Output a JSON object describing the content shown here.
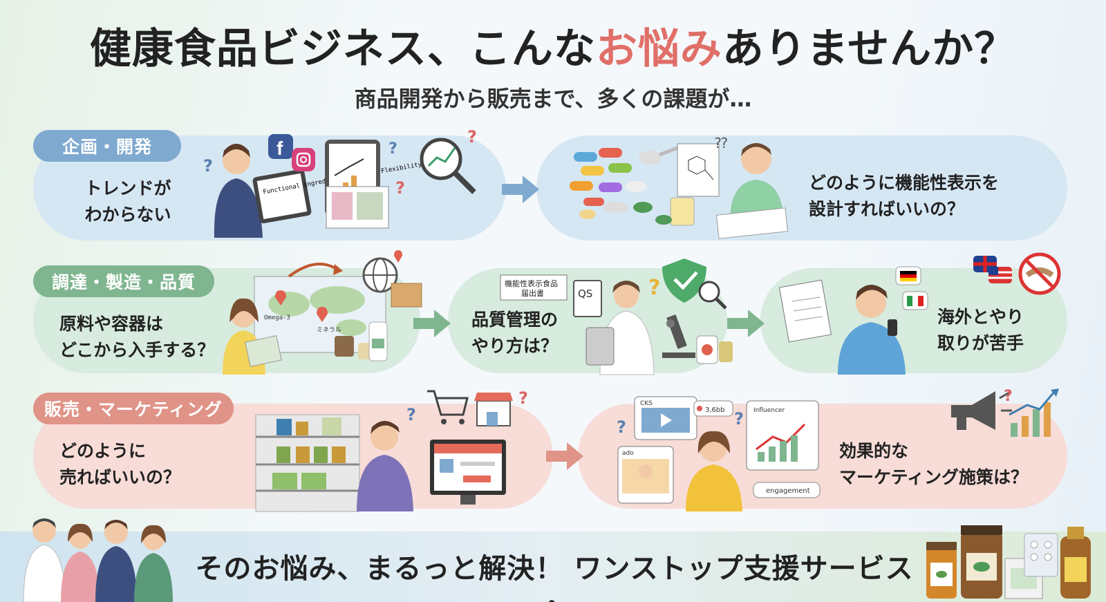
{
  "header": {
    "title_pre": "健康食品ビジネス、こんな",
    "title_highlight": "お悩み",
    "title_post": "ありませんか？",
    "subtitle": "商品開発から販売まで、多くの課題が…"
  },
  "colors": {
    "highlight": "#e06f68",
    "blue": "#7fa9cf",
    "green": "#7fb58f",
    "pink": "#e09387"
  },
  "rows": [
    {
      "tag": "企画・開発",
      "left_lines": [
        "トレンドが",
        "わからない"
      ],
      "right_lines": [
        "どのように機能性表示を",
        "設計すればいいの？"
      ]
    },
    {
      "tag": "調達・製造・品質",
      "left_lines": [
        "原料や容器は",
        "どこから入手する？"
      ],
      "middle_lines": [
        "品質管理の",
        "やり方は？"
      ],
      "right_lines": [
        "海外とやり",
        "取りが苦手"
      ]
    },
    {
      "tag": "販売・マーケティング",
      "left_lines": [
        "どのように",
        "売ればいいの？"
      ],
      "right_lines": [
        "効果的な",
        "マーケティング施策は？"
      ]
    }
  ],
  "illustration_labels": {
    "tablet_text": "Functional ingredients Consumer Flexibility",
    "map_omega": "Omega-3",
    "map_label2": "ミネラル",
    "doc_title1": "機能性表示食品",
    "doc_title2": "届出書",
    "qs": "QS",
    "cks": "CKS",
    "likes": "3,6bb",
    "influencer": "Influencer",
    "engagement": "engagement",
    "ado": "ado"
  },
  "icons": [
    "facebook-icon",
    "instagram-icon",
    "question-icon",
    "magnifier-chart-icon",
    "shield-check-icon",
    "globe-pin-icon",
    "microscope-icon",
    "shopping-cart-icon",
    "storefront-icon",
    "megaphone-icon",
    "bar-chart-arrow-icon",
    "germany-flag-icon",
    "italy-flag-icon",
    "uk-flag-icon",
    "us-flag-icon",
    "no-handshake-icon"
  ],
  "footer": {
    "cta": "そのお悩み、まるっと解決！ ワンストップ支援サービスへ"
  }
}
